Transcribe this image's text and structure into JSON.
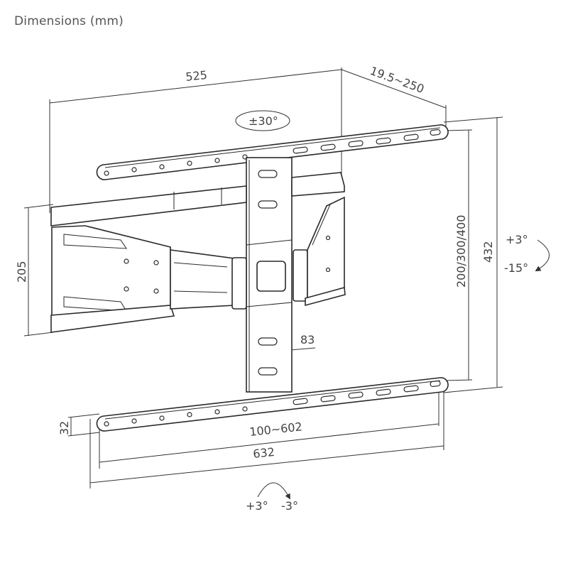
{
  "header": {
    "title": "Dimensions (mm)"
  },
  "dimensions": {
    "arm_depth": "525",
    "wall_distance": "19.5~250",
    "swivel": "±30°",
    "vesa_vertical": "200/300/400",
    "rail_height_total": "432",
    "tilt_up": "+3°",
    "tilt_down": "-15°",
    "wall_plate_height": "205",
    "column_width": "83",
    "rail_thickness": "32",
    "vesa_horizontal": "100~602",
    "rail_length": "632",
    "level_plus": "+3°",
    "level_minus": "-3°"
  },
  "colors": {
    "line": "#2a2a2a",
    "text": "#444444",
    "title": "#555555"
  }
}
